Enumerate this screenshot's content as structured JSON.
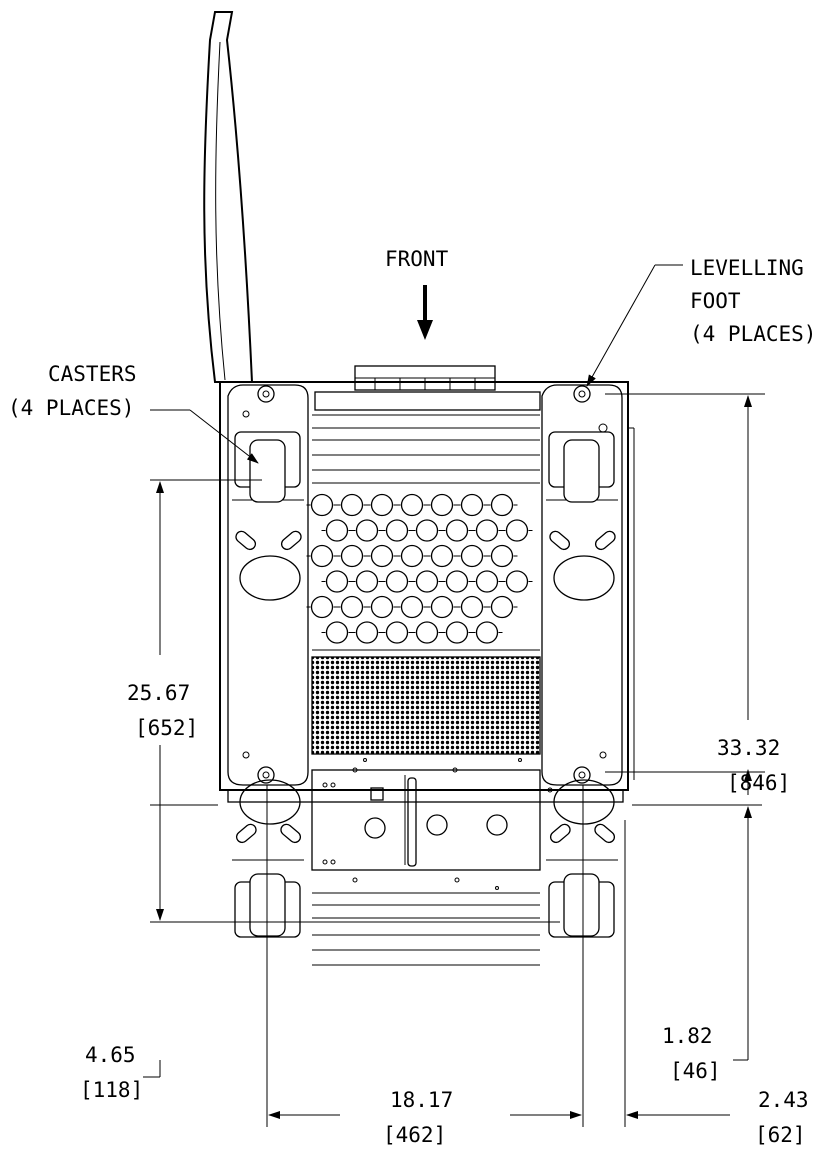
{
  "labels": {
    "front": "FRONT",
    "levelling_foot": [
      "LEVELLING",
      "FOOT",
      "(4 PLACES)"
    ],
    "casters": [
      "CASTERS",
      "(4 PLACES)"
    ]
  },
  "dimensions": {
    "caster_spacing": {
      "in": "25.67",
      "mm": "[652]"
    },
    "foot_spacing": {
      "in": "33.32",
      "mm": "[846]"
    },
    "caster_offset": {
      "in": "4.65",
      "mm": "[118]"
    },
    "foot_offset": {
      "in": "1.82",
      "mm": "[46]"
    },
    "foot_width": {
      "in": "18.17",
      "mm": "[462]"
    },
    "side_offset": {
      "in": "2.43",
      "mm": "[62]"
    }
  },
  "panel": {
    "vent_holes_per_row": [
      7,
      7,
      7,
      7,
      7,
      6
    ]
  }
}
